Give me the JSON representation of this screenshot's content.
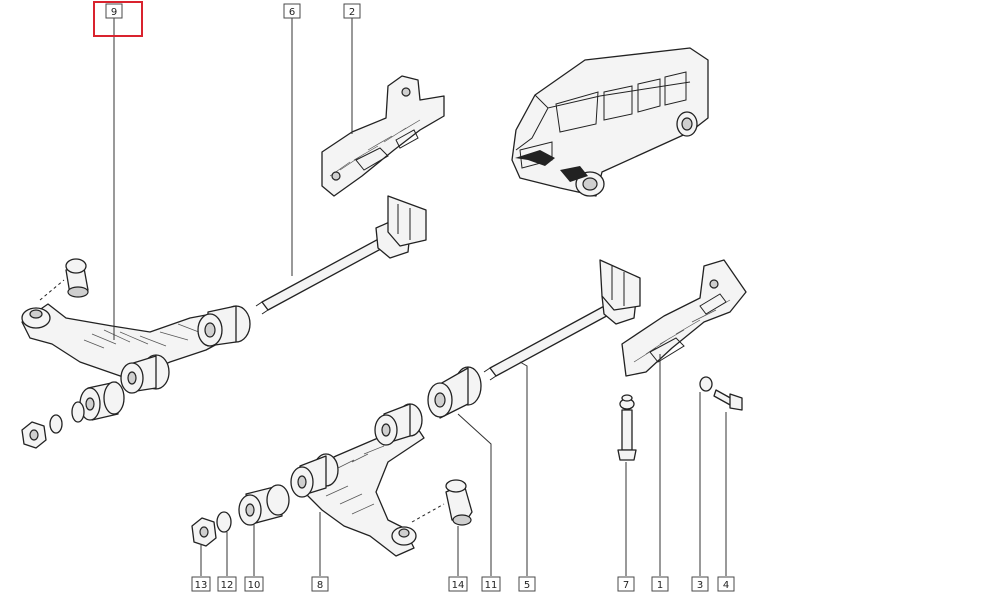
{
  "diagram": {
    "highlighted_callout": "9",
    "highlight_color": "#d9232e",
    "callouts": [
      {
        "id": "c9",
        "label": "9"
      },
      {
        "id": "c6",
        "label": "6"
      },
      {
        "id": "c2",
        "label": "2"
      },
      {
        "id": "c13",
        "label": "13"
      },
      {
        "id": "c12",
        "label": "12"
      },
      {
        "id": "c10",
        "label": "10"
      },
      {
        "id": "c8",
        "label": "8"
      },
      {
        "id": "c14",
        "label": "14"
      },
      {
        "id": "c11",
        "label": "11"
      },
      {
        "id": "c5",
        "label": "5"
      },
      {
        "id": "c7",
        "label": "7"
      },
      {
        "id": "c1",
        "label": "1"
      },
      {
        "id": "c3",
        "label": "3"
      },
      {
        "id": "c4",
        "label": "4"
      }
    ]
  }
}
